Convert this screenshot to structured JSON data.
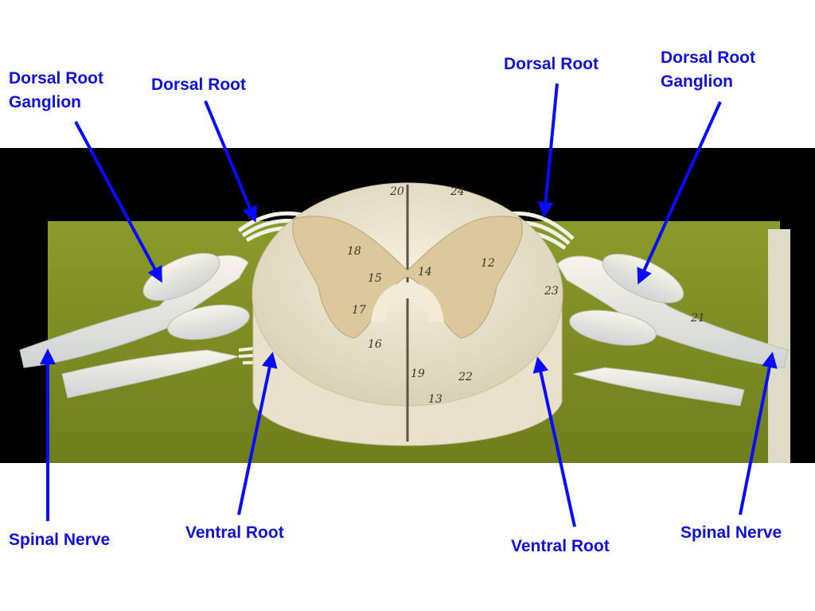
{
  "labels": {
    "drg_left_1": "Dorsal Root",
    "drg_left_2": "Ganglion",
    "dorsal_root_left": "Dorsal Root",
    "dorsal_root_right": "Dorsal Root",
    "drg_right_1": "Dorsal Root",
    "drg_right_2": "Ganglion",
    "spinal_nerve_left": "Spinal Nerve",
    "ventral_root_left": "Ventral Root",
    "ventral_root_right": "Ventral Root",
    "spinal_nerve_right": "Spinal Nerve"
  },
  "model_numbers": [
    "20",
    "24",
    "18",
    "12",
    "15",
    "14",
    "23",
    "17",
    "16",
    "19",
    "22",
    "21",
    "13"
  ],
  "colors": {
    "label": "#1010d8",
    "arrow": "#0a0aff",
    "photo_background": "#000000",
    "board": "#7a8a22",
    "model": "#ece6cf",
    "grey_matter": "#d9c59a"
  }
}
